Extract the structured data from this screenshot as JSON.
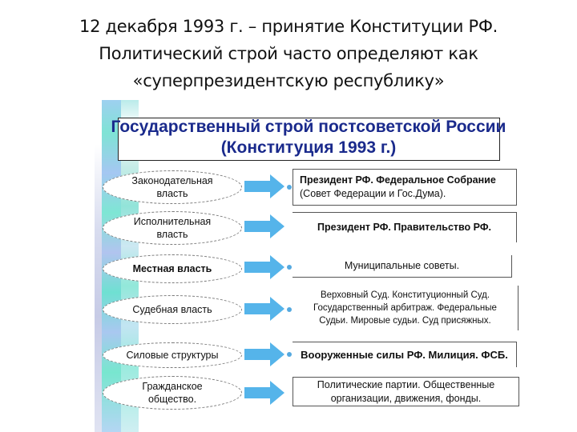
{
  "slide": {
    "title_lines": [
      "12 декабря 1993 г. – принятие Конституции РФ.",
      "Политический строй часто определяют как",
      "«суперпрезидентскую республику»"
    ]
  },
  "diagram": {
    "title_lines": [
      "Государственный строй постсоветской России",
      "(Конституция 1993 г.)"
    ],
    "colors": {
      "title_text": "#1a2a8c",
      "arrow_fill": "#55b4ea",
      "band_cyan": "#7fe3d5",
      "band_blue": "#a5c7f2"
    },
    "rows": [
      {
        "branch": "Законодательная власть",
        "branch_lines": [
          "Законодательная",
          "власть"
        ],
        "bodies": "Президент РФ. Федеральное Собрание (Совет Федерации и Гос.Дума).",
        "bodies_lines": [
          "Президент РФ. Федеральное Собрание",
          "(Совет Федерации и Гос.Дума)."
        ]
      },
      {
        "branch": "Исполнительная власть",
        "branch_lines": [
          "Исполнительная",
          "власть"
        ],
        "bodies": "Президент РФ. Правительство РФ.",
        "bodies_lines": [
          "Президент РФ. Правительство РФ."
        ]
      },
      {
        "branch": "Местная власть",
        "branch_lines": [
          "Местная власть"
        ],
        "bodies": "Муниципальные советы.",
        "bodies_lines": [
          "Муниципальные советы."
        ]
      },
      {
        "branch": "Судебная власть",
        "branch_lines": [
          "Судебная власть"
        ],
        "bodies": "Верховный Суд. Конституционный Суд. Государственный арбитраж. Федеральные Судьи. Мировые судьи. Суд присяжных.",
        "bodies_lines": [
          "Верховный Суд. Конституционный Суд.",
          "Государственный арбитраж. Федеральные",
          "Судьи. Мировые судьи. Суд присяжных."
        ]
      },
      {
        "branch": "Силовые структуры",
        "branch_lines": [
          "Силовые структуры"
        ],
        "bodies": "Вооруженные силы РФ. Милиция. ФСБ.",
        "bodies_lines": [
          "Вооруженные силы РФ. Милиция. ФСБ."
        ]
      },
      {
        "branch": "Гражданское общество.",
        "branch_lines": [
          "Гражданское",
          "общество."
        ],
        "bodies": "Политические партии. Общественные организации, движения, фонды.",
        "bodies_lines": [
          "Политические партии. Общественные",
          "организации, движения, фонды."
        ]
      }
    ]
  }
}
